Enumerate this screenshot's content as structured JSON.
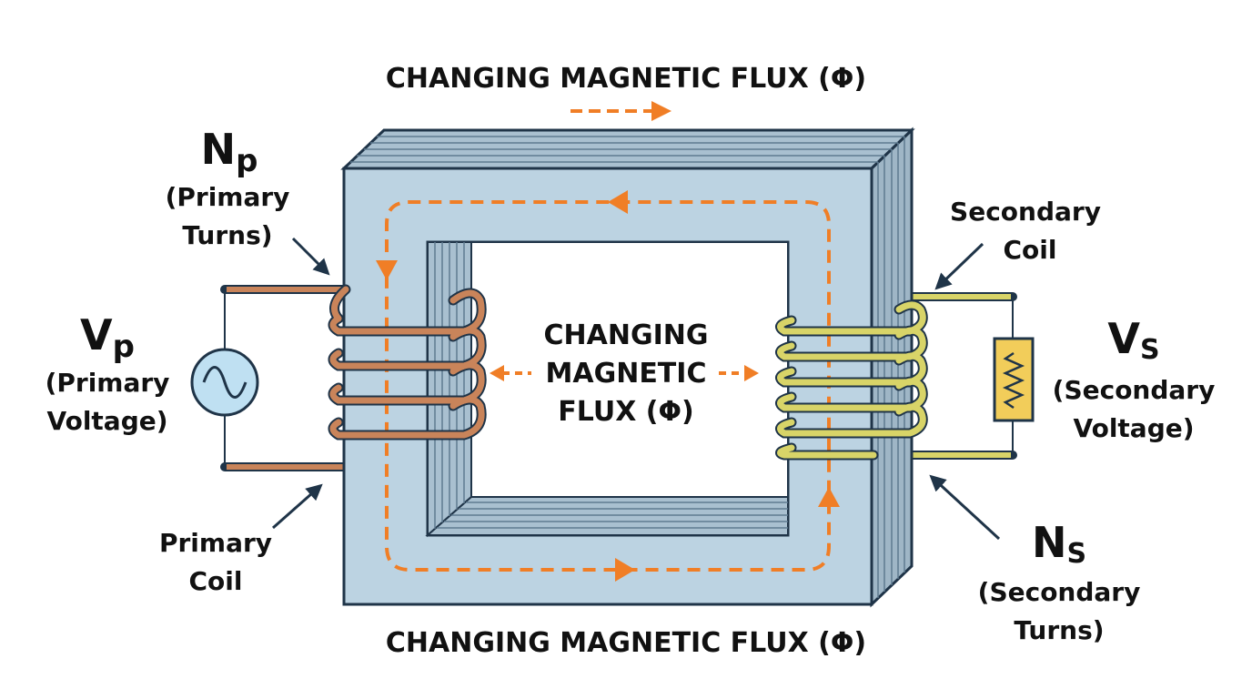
{
  "labels": {
    "flux_top": "CHANGING MAGNETIC FLUX (Φ)",
    "flux_bottom": "CHANGING MAGNETIC FLUX (Φ)",
    "flux_center_line1": "CHANGING",
    "flux_center_line2": "MAGNETIC",
    "flux_center_line3": "FLUX (Φ)",
    "np_symbol_main": "N",
    "np_symbol_sub": "p",
    "np_desc_line1": "(Primary",
    "np_desc_line2": "Turns)",
    "vp_symbol_main": "V",
    "vp_symbol_sub": "p",
    "vp_desc_line1": "(Primary",
    "vp_desc_line2": "Voltage)",
    "primary_coil_line1": "Primary",
    "primary_coil_line2": "Coil",
    "secondary_coil_line1": "Secondary",
    "secondary_coil_line2": "Coil",
    "vs_symbol_main": "V",
    "vs_symbol_sub": "S",
    "vs_desc_line1": "(Secondary",
    "vs_desc_line2": "Voltage)",
    "ns_symbol_main": "N",
    "ns_symbol_sub": "S",
    "ns_desc_line1": "(Secondary",
    "ns_desc_line2": "Turns)"
  },
  "icons": {
    "ac_source": "ac-source-icon",
    "load": "resistor-icon"
  },
  "colors": {
    "core_face": "#bcd3e2",
    "core_side": "#9fb6c6",
    "outline": "#1f3448",
    "flux": "#f07e26",
    "primary_wire": "#c9845a",
    "secondary_wire": "#d8d468",
    "ac_source_fill": "#bfe0f2",
    "resistor_fill": "#f2cd5a"
  }
}
